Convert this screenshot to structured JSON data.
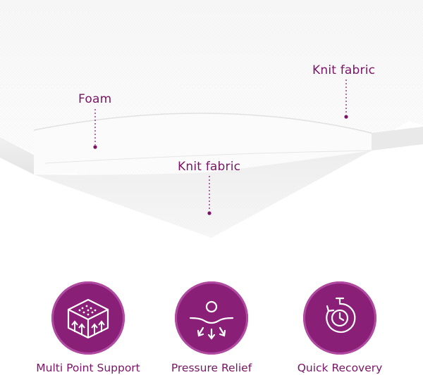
{
  "callouts": {
    "foam": "Foam",
    "knit_fabric_top": "Knit fabric",
    "knit_fabric_inner": "Knit fabric"
  },
  "colors": {
    "brand_purple": "#8a1f78",
    "label_purple": "#7a1466"
  },
  "features": [
    {
      "label": "Multi Point Support",
      "icon": "foam-cube-support-icon"
    },
    {
      "label": "Pressure Relief",
      "icon": "pressure-relief-icon"
    },
    {
      "label": "Quick Recovery",
      "icon": "stopwatch-recovery-icon"
    }
  ]
}
